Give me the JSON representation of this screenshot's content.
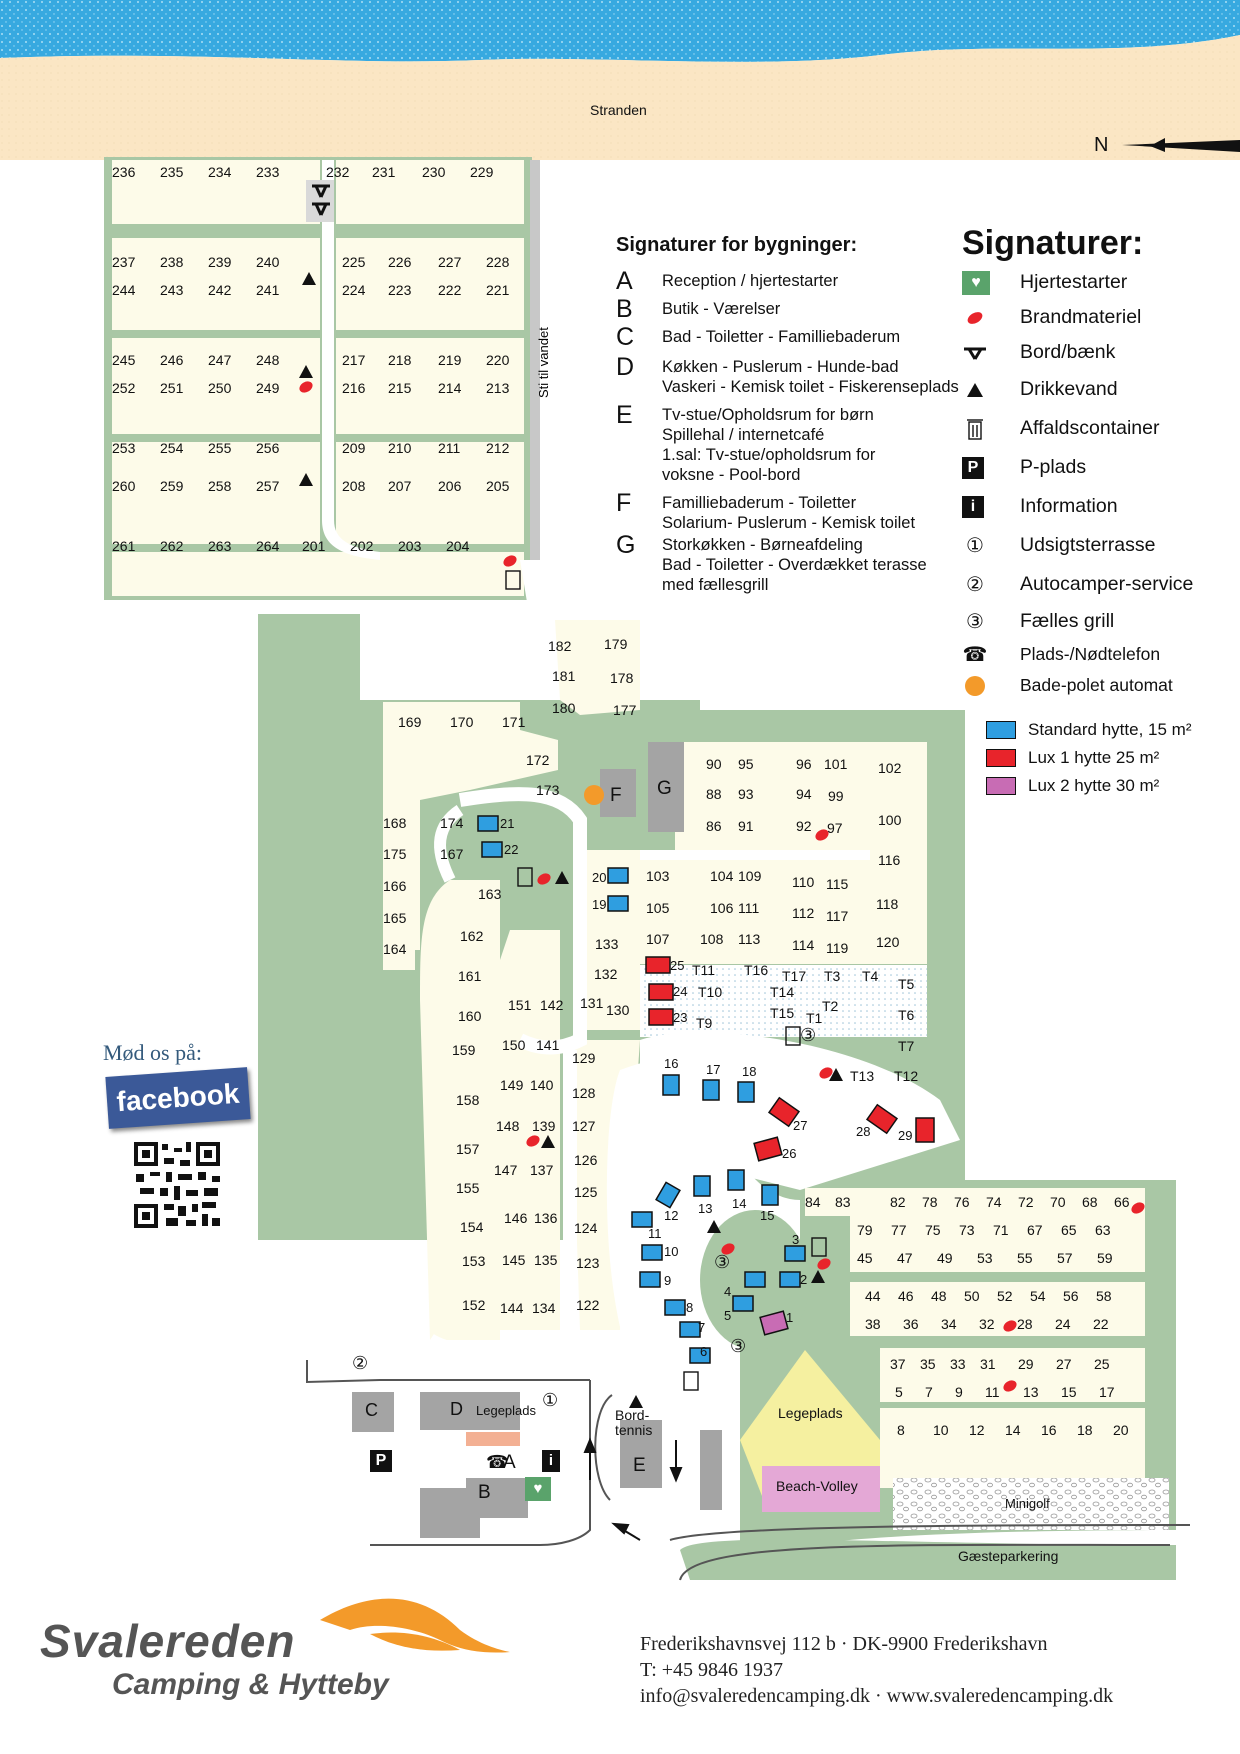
{
  "map": {
    "beach_label": "Stranden",
    "north_label": "N",
    "path_label": "Sti til vandet",
    "guest_parking": "Gæsteparkering",
    "playground_label": "Legeplads",
    "playground_small_label": "Legeplads",
    "beach_volley_label": "Beach-Volley",
    "minigolf_label": "Minigolf",
    "table_tennis_label": "Bord-\ntennis",
    "buildings": [
      "A",
      "B",
      "C",
      "D",
      "E",
      "F",
      "G"
    ],
    "top_row": [
      "236",
      "235",
      "234",
      "233",
      "232",
      "231",
      "230",
      "229"
    ],
    "row_237": [
      "237",
      "238",
      "239",
      "240",
      "225",
      "226",
      "227",
      "228"
    ],
    "row_244": [
      "244",
      "243",
      "242",
      "241",
      "224",
      "223",
      "222",
      "221"
    ],
    "row_245": [
      "245",
      "246",
      "247",
      "248",
      "217",
      "218",
      "219",
      "220"
    ],
    "row_252": [
      "252",
      "251",
      "250",
      "249",
      "216",
      "215",
      "214",
      "213"
    ],
    "row_253": [
      "253",
      "254",
      "255",
      "256",
      "209",
      "210",
      "211",
      "212"
    ],
    "row_260": [
      "260",
      "259",
      "258",
      "257",
      "208",
      "207",
      "206",
      "205"
    ],
    "row_261": [
      "261",
      "262",
      "263",
      "264",
      "201",
      "202",
      "203",
      "204"
    ],
    "pitches_misc": [
      "182",
      "179",
      "181",
      "178",
      "180",
      "177",
      "169",
      "170",
      "171",
      "172",
      "173",
      "168",
      "174",
      "175",
      "167",
      "166",
      "165",
      "164",
      "163",
      "162",
      "161",
      "160",
      "159",
      "158",
      "157",
      "155",
      "154",
      "153",
      "152",
      "151",
      "142",
      "150",
      "141",
      "149",
      "140",
      "148",
      "139",
      "147",
      "137",
      "146",
      "136",
      "145",
      "135",
      "144",
      "134",
      "133",
      "132",
      "131",
      "130",
      "129",
      "128",
      "127",
      "126",
      "125",
      "124",
      "123",
      "122",
      "90",
      "95",
      "96",
      "101",
      "102",
      "88",
      "93",
      "94",
      "99",
      "100",
      "86",
      "91",
      "92",
      "97",
      "116",
      "103",
      "104",
      "109",
      "110",
      "115",
      "118",
      "105",
      "106",
      "111",
      "112",
      "117",
      "120",
      "107",
      "108",
      "113",
      "114",
      "119",
      "T11",
      "T16",
      "T17",
      "T3",
      "T4",
      "T5",
      "T10",
      "T14",
      "T2",
      "T6",
      "T15",
      "T1",
      "T9",
      "T7",
      "T13",
      "T12"
    ],
    "huts": [
      "21",
      "22",
      "20",
      "19",
      "25",
      "24",
      "23",
      "16",
      "17",
      "18",
      "27",
      "28",
      "29",
      "26",
      "12",
      "13",
      "14",
      "15",
      "11",
      "10",
      "9",
      "8",
      "7",
      "6",
      "5",
      "4",
      "3",
      "2",
      "1"
    ],
    "grid_rows": [
      [
        "84",
        "83",
        "82",
        "78",
        "76",
        "74",
        "72",
        "70",
        "68",
        "66"
      ],
      [
        "79",
        "77",
        "75",
        "73",
        "71",
        "67",
        "65",
        "63"
      ],
      [
        "45",
        "47",
        "49",
        "53",
        "55",
        "57",
        "59"
      ],
      [
        "44",
        "46",
        "48",
        "50",
        "52",
        "54",
        "56",
        "58"
      ],
      [
        "38",
        "36",
        "34",
        "32",
        "28",
        "24",
        "22"
      ],
      [
        "37",
        "35",
        "33",
        "31",
        "29",
        "27",
        "25"
      ],
      [
        "5",
        "7",
        "9",
        "11",
        "13",
        "15",
        "17"
      ],
      [
        "8",
        "10",
        "12",
        "14",
        "16",
        "18",
        "20"
      ]
    ]
  },
  "building_legend": {
    "title": "Signaturer for bygninger:",
    "items": [
      {
        "letter": "A",
        "text": "Reception / hjertestarter"
      },
      {
        "letter": "B",
        "text": "Butik - Værelser"
      },
      {
        "letter": "C",
        "text": "Bad - Toiletter - Familliebaderum"
      },
      {
        "letter": "D",
        "text": "Køkken - Puslerum - Hunde-bad\nVaskeri - Kemisk toilet - Fiskerenseplads"
      },
      {
        "letter": "E",
        "text": "Tv-stue/Opholdsrum for børn\nSpillehal / internetcafé\n1.sal: Tv-stue/opholdsrum for\nvoksne - Pool-bord"
      },
      {
        "letter": "F",
        "text": "Familliebaderum - Toiletter\nSolarium- Puslerum - Kemisk toilet"
      },
      {
        "letter": "G",
        "text": "Storkøkken - Børneafdeling\nBad - Toiletter - Overdækket terasse\nmed fællesgrill"
      }
    ]
  },
  "symbol_legend": {
    "title": "Signaturer:",
    "items": [
      {
        "icon": "heart-defibrillator-icon",
        "label": "Hjertestarter"
      },
      {
        "icon": "fire-extinguisher-icon",
        "label": "Brandmateriel"
      },
      {
        "icon": "table-bench-icon",
        "label": "Bord/bænk"
      },
      {
        "icon": "drinking-water-triangle-icon",
        "label": "Drikkevand"
      },
      {
        "icon": "trash-can-icon",
        "label": "Affaldscontainer"
      },
      {
        "icon": "parking-icon",
        "label": "P-plads"
      },
      {
        "icon": "information-icon",
        "label": "Information"
      },
      {
        "icon": "circled-1-icon",
        "label": "Udsigtsterrasse"
      },
      {
        "icon": "circled-2-icon",
        "label": "Autocamper-service"
      },
      {
        "icon": "circled-3-icon",
        "label": "Fælles grill"
      },
      {
        "icon": "telephone-icon",
        "label": "Plads-/Nødtelefon"
      },
      {
        "icon": "orange-dot-icon",
        "label": "Bade-polet automat"
      }
    ],
    "glyphs": {
      "parking": "P",
      "info": "i",
      "one": "①",
      "two": "②",
      "three": "③",
      "phone": "☎"
    }
  },
  "hut_legend": [
    {
      "label": "Standard hytte, 15 m²",
      "color": "#2f9ee0"
    },
    {
      "label": "Lux 1 hytte 25 m²",
      "color": "#e8242b"
    },
    {
      "label": "Lux 2 hytte 30 m²",
      "color": "#c86cb4"
    }
  ],
  "facebook": {
    "prompt": "Mød os på:",
    "label": "facebook"
  },
  "footer": {
    "brand_line1": "Svalereden",
    "brand_line2": "Camping & Hytteby",
    "address": "Frederikshavnsvej 112 b · DK-9900 Frederikshavn",
    "phone": "T: +45 9846 1937",
    "web": "info@svaleredencamping.dk · www.svaleredencamping.dk"
  },
  "colors": {
    "sea": "#37a9e0",
    "sand": "#fbe6c4",
    "grass": "#a9c7a5",
    "pitch": "#fdfbe9",
    "road": "#ffffff",
    "building": "#a4a4a4",
    "hut_standard": "#2f9ee0",
    "hut_lux1": "#e8242b",
    "hut_lux2": "#c86cb4",
    "orange": "#f39a2a",
    "playground": "#f5f0a0",
    "volley": "#e4a8d6",
    "facebook": "#3b5998"
  }
}
